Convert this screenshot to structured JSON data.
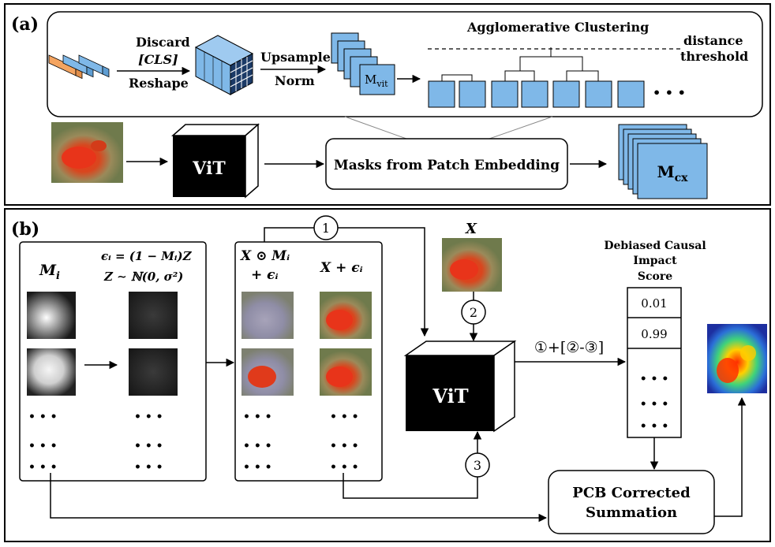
{
  "panel_a": {
    "label": "(a)",
    "discard_label": "Discard",
    "cls_label": "[CLS]",
    "reshape_label": "Reshape",
    "upsample_label": "Upsample",
    "norm_label": "Norm",
    "mvit_main": "M",
    "mvit_sub": "vit",
    "clustering_title": "Agglomerative Clustering",
    "distance_label_1": "distance",
    "distance_label_2": "threshold",
    "ellipsis": "• • •",
    "vit_label": "ViT",
    "masks_label": "Masks from Patch Embedding",
    "mcx_main": "M",
    "mcx_sub": "cx"
  },
  "panel_b": {
    "label": "(b)",
    "mi_label": "M",
    "mi_sub": "i",
    "eps_eq": "ϵᵢ = (1 − Mᵢ)Z",
    "z_eq": "Z ∼ ℕ(0, σ²)",
    "xm_label_1": "X ⊙ Mᵢ",
    "xm_label_2": "+ ϵᵢ",
    "xeps_label": "X + ϵᵢ",
    "x_label": "X",
    "step1": "1",
    "step2": "2",
    "step3": "3",
    "formula": "①+[②-③]",
    "vit_label": "ViT",
    "score_title_1": "Debiased Causal",
    "score_title_2": "Impact",
    "score_title_3": "Score",
    "scores": [
      "0.01",
      "0.99"
    ],
    "pcb_label_1": "PCB Corrected",
    "pcb_label_2": "Summation",
    "dots": "• • •"
  },
  "colors": {
    "patch_blue": "#7fb8e8",
    "patch_orange": "#f4a460",
    "border": "#000000"
  }
}
